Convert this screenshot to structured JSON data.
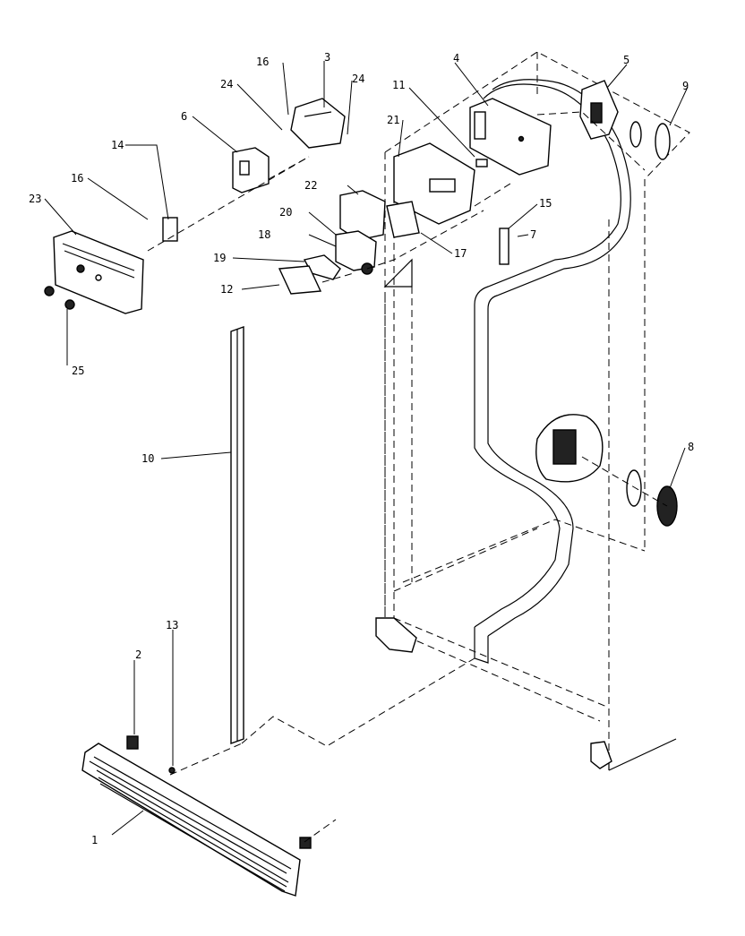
{
  "diagram": {
    "callouts": {
      "c1": "1",
      "c2": "2",
      "c3": "3",
      "c4": "4",
      "c5": "5",
      "c6": "6",
      "c7": "7",
      "c8": "8",
      "c9": "9",
      "c10": "10",
      "c11": "11",
      "c12": "12",
      "c13": "13",
      "c14": "14",
      "c15": "15",
      "c16a": "16",
      "c16b": "16",
      "c17": "17",
      "c18": "18",
      "c19": "19",
      "c20": "20",
      "c21": "21",
      "c22": "22",
      "c23": "23",
      "c24a": "24",
      "c24b": "24",
      "c25": "25"
    }
  }
}
